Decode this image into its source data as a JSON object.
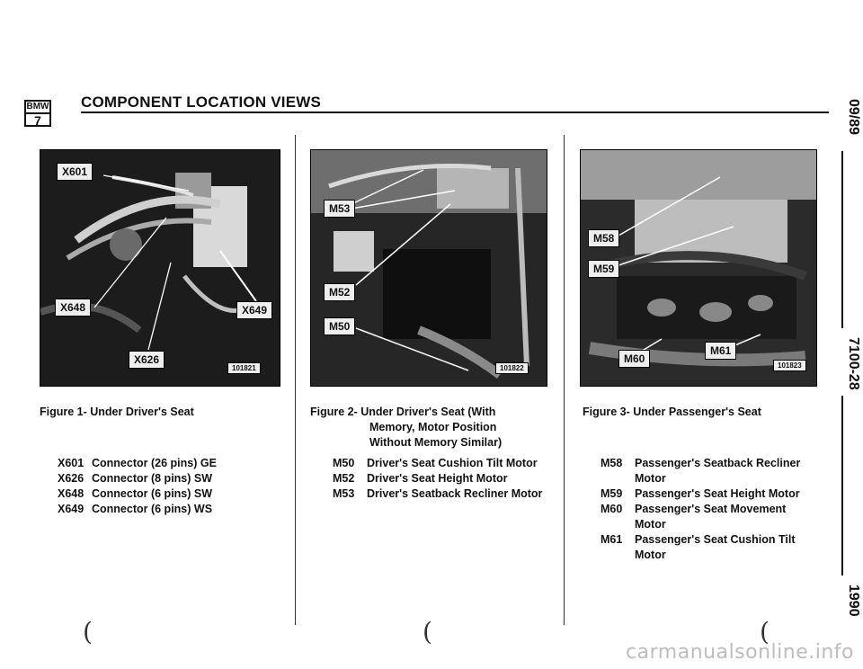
{
  "header": {
    "logo_top": "BMW",
    "logo_bottom": "7",
    "title": "COMPONENT LOCATION VIEWS"
  },
  "side_labels": {
    "date": "09/89",
    "page": "7100-28",
    "year": "1990"
  },
  "figures": [
    {
      "labels": [
        "X601",
        "X648",
        "X649",
        "X626"
      ],
      "photo_number": "101821",
      "caption": "Figure 1- Under Driver's Seat",
      "items": [
        {
          "code": "X601",
          "desc": "Connector (26 pins) GE"
        },
        {
          "code": "X626",
          "desc": "Connector (8 pins) SW"
        },
        {
          "code": "X648",
          "desc": "Connector (6 pins) SW"
        },
        {
          "code": "X649",
          "desc": "Connector (6 pins) WS"
        }
      ]
    },
    {
      "labels": [
        "M53",
        "M52",
        "M50"
      ],
      "photo_number": "101822",
      "caption_line1": "Figure 2- Under Driver's Seat (With",
      "caption_line2": "Memory, Motor Position",
      "caption_line3": "Without Memory Similar)",
      "items": [
        {
          "code": "M50",
          "desc": "Driver's Seat Cushion Tilt Motor"
        },
        {
          "code": "M52",
          "desc": "Driver's Seat Height Motor"
        },
        {
          "code": "M53",
          "desc": "Driver's Seatback Recliner Motor"
        }
      ]
    },
    {
      "labels": [
        "M58",
        "M59",
        "M60",
        "M61"
      ],
      "photo_number": "101823",
      "caption": "Figure 3- Under Passenger's Seat",
      "items": [
        {
          "code": "M58",
          "desc": "Passenger's Seatback Recliner Motor"
        },
        {
          "code": "M59",
          "desc": "Passenger's Seat Height Motor"
        },
        {
          "code": "M60",
          "desc": "Passenger's Seat Movement Motor"
        },
        {
          "code": "M61",
          "desc": "Passenger's Seat Cushion Tilt Motor"
        }
      ]
    }
  ],
  "watermark": "carmanualsonline.info"
}
